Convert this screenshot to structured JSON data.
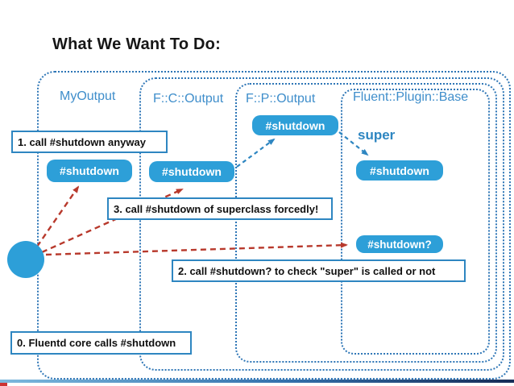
{
  "slide": {
    "title": "What We Want To Do:"
  },
  "diagram": {
    "containers": [
      {
        "id": "myoutput",
        "label": "MyOutput"
      },
      {
        "id": "fc-output",
        "label": "F::C::Output"
      },
      {
        "id": "fp-output",
        "label": "F::P::Output"
      },
      {
        "id": "plugin-base",
        "label": "Fluent::Plugin::Base"
      }
    ],
    "nodes": {
      "my_shutdown": "#shutdown",
      "fc_shutdown": "#shutdown",
      "fp_shutdown": "#shutdown",
      "base_shutdown": "#shutdown",
      "base_shutdown_q": "#shutdown?"
    },
    "super_label": "super",
    "annotations": {
      "step1": "1. call #shutdown anyway",
      "step3": "3. call #shutdown of superclass forcedly!",
      "step2": "2. call #shutdown? to check \"super\" is called or not",
      "step0": "0. Fluentd core calls #shutdown"
    },
    "colors": {
      "node_fill": "#2d9fd8",
      "class_label_text": "#3f8ecb",
      "container_border": "#2e76b6",
      "annotation_border": "#2e86c1",
      "red_arrow": "#b8392c",
      "blue_arrow": "#2e86c1",
      "footer_gradient_start": "#7cb8dd",
      "footer_gradient_end": "#172c57",
      "footer_accent": "#cc3333"
    }
  }
}
